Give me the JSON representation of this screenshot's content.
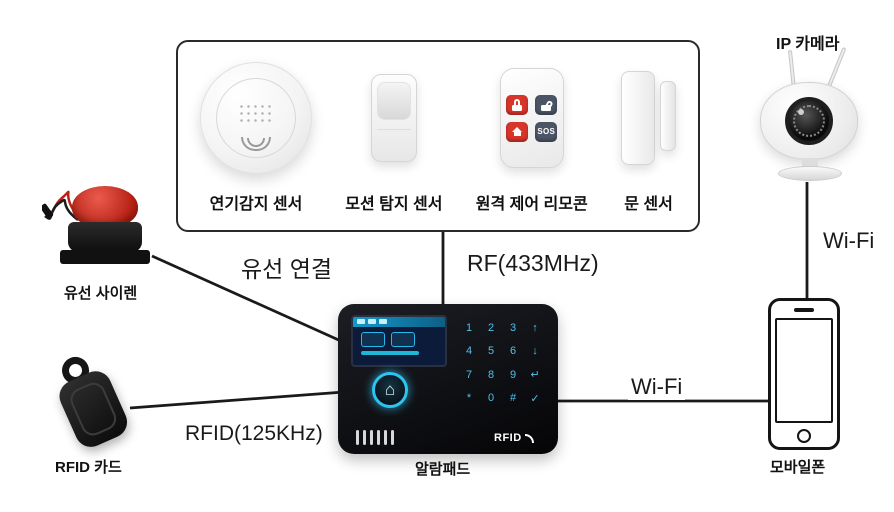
{
  "sensor_box": {
    "sensors": [
      {
        "name": "smoke-detector",
        "label": "연기감지 센서"
      },
      {
        "name": "motion-sensor",
        "label": "모션 탐지 센서"
      },
      {
        "name": "remote-control",
        "label": "원격 제어 리모콘"
      },
      {
        "name": "door-sensor",
        "label": "문 센서"
      }
    ],
    "remote": {
      "sos_text": "SOS"
    }
  },
  "devices": {
    "ip_camera": {
      "label": "IP 카메라"
    },
    "wired_siren": {
      "label": "유선 사이렌"
    },
    "rfid_card": {
      "label": "RFID 카드"
    },
    "alarm_pad": {
      "label": "알람패드",
      "rfid_text": "RFID",
      "home_icon": "⌂",
      "keypad": [
        [
          "1",
          "2",
          "3",
          "↑"
        ],
        [
          "4",
          "5",
          "6",
          "↓"
        ],
        [
          "7",
          "8",
          "9",
          "↵"
        ],
        [
          "*",
          "0",
          "#",
          "✓"
        ]
      ]
    },
    "mobile_phone": {
      "label": "모바일폰"
    }
  },
  "connections": {
    "wired": {
      "label": "유선 연결"
    },
    "rf": {
      "label": "RF(433MHz)"
    },
    "rfid": {
      "label": "RFID(125KHz)"
    },
    "wifi_phone": {
      "label": "Wi-Fi"
    },
    "wifi_camera": {
      "label": "Wi-Fi"
    }
  },
  "colors": {
    "line": "#1a1a1a",
    "siren_red": "#b51f12",
    "remote_red": "#d8352b",
    "pad_accent": "#2fc3f2"
  }
}
